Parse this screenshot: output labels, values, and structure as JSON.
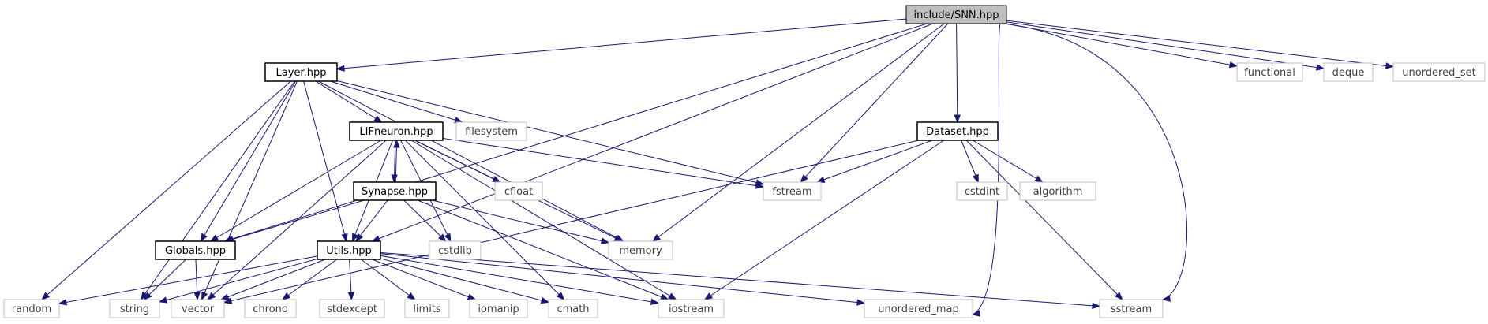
{
  "graph": {
    "colors": {
      "edge": "#191970",
      "root_fill": "#bfbfbf",
      "local_border": "#000000",
      "system_border": "#bfbfbf",
      "system_text": "#404040"
    },
    "nodes": [
      {
        "id": "snn",
        "label": "include/SNN.hpp",
        "kind": "root"
      },
      {
        "id": "layer",
        "label": "Layer.hpp",
        "kind": "local"
      },
      {
        "id": "lif",
        "label": "LIFneuron.hpp",
        "kind": "local"
      },
      {
        "id": "synapse",
        "label": "Synapse.hpp",
        "kind": "local"
      },
      {
        "id": "globals",
        "label": "Globals.hpp",
        "kind": "local"
      },
      {
        "id": "utils",
        "label": "Utils.hpp",
        "kind": "local"
      },
      {
        "id": "dataset",
        "label": "Dataset.hpp",
        "kind": "local"
      },
      {
        "id": "functional",
        "label": "functional",
        "kind": "system"
      },
      {
        "id": "deque",
        "label": "deque",
        "kind": "system"
      },
      {
        "id": "unordered_set",
        "label": "unordered_set",
        "kind": "system"
      },
      {
        "id": "filesystem",
        "label": "filesystem",
        "kind": "system"
      },
      {
        "id": "cfloat",
        "label": "cfloat",
        "kind": "system"
      },
      {
        "id": "fstream",
        "label": "fstream",
        "kind": "system"
      },
      {
        "id": "cstdint",
        "label": "cstdint",
        "kind": "system"
      },
      {
        "id": "algorithm",
        "label": "algorithm",
        "kind": "system"
      },
      {
        "id": "cstdlib",
        "label": "cstdlib",
        "kind": "system"
      },
      {
        "id": "memory",
        "label": "memory",
        "kind": "system"
      },
      {
        "id": "random",
        "label": "random",
        "kind": "system"
      },
      {
        "id": "string",
        "label": "string",
        "kind": "system"
      },
      {
        "id": "vector",
        "label": "vector",
        "kind": "system"
      },
      {
        "id": "chrono",
        "label": "chrono",
        "kind": "system"
      },
      {
        "id": "stdexcept",
        "label": "stdexcept",
        "kind": "system"
      },
      {
        "id": "limits",
        "label": "limits",
        "kind": "system"
      },
      {
        "id": "iomanip",
        "label": "iomanip",
        "kind": "system"
      },
      {
        "id": "cmath",
        "label": "cmath",
        "kind": "system"
      },
      {
        "id": "iostream",
        "label": "iostream",
        "kind": "system"
      },
      {
        "id": "unordered_map",
        "label": "unordered_map",
        "kind": "system"
      },
      {
        "id": "sstream",
        "label": "sstream",
        "kind": "system"
      }
    ],
    "edges": [
      [
        "snn",
        "layer"
      ],
      [
        "snn",
        "globals"
      ],
      [
        "snn",
        "utils"
      ],
      [
        "snn",
        "fstream"
      ],
      [
        "snn",
        "memory"
      ],
      [
        "snn",
        "dataset"
      ],
      [
        "snn",
        "functional"
      ],
      [
        "snn",
        "deque"
      ],
      [
        "snn",
        "unordered_set"
      ],
      [
        "snn",
        "unordered_map"
      ],
      [
        "snn",
        "sstream"
      ],
      [
        "layer",
        "lif"
      ],
      [
        "layer",
        "filesystem"
      ],
      [
        "layer",
        "fstream"
      ],
      [
        "layer",
        "memory"
      ],
      [
        "layer",
        "globals"
      ],
      [
        "layer",
        "utils"
      ],
      [
        "layer",
        "random"
      ],
      [
        "layer",
        "string"
      ],
      [
        "layer",
        "vector"
      ],
      [
        "lif",
        "synapse"
      ],
      [
        "lif",
        "cfloat"
      ],
      [
        "lif",
        "fstream"
      ],
      [
        "lif",
        "memory"
      ],
      [
        "lif",
        "cstdlib"
      ],
      [
        "lif",
        "globals"
      ],
      [
        "lif",
        "utils"
      ],
      [
        "lif",
        "vector"
      ],
      [
        "lif",
        "cmath"
      ],
      [
        "lif",
        "iostream"
      ],
      [
        "synapse",
        "lif"
      ],
      [
        "synapse",
        "globals"
      ],
      [
        "synapse",
        "utils"
      ],
      [
        "synapse",
        "cstdlib"
      ],
      [
        "synapse",
        "memory"
      ],
      [
        "synapse",
        "iostream"
      ],
      [
        "globals",
        "string"
      ],
      [
        "globals",
        "vector"
      ],
      [
        "utils",
        "random"
      ],
      [
        "utils",
        "string"
      ],
      [
        "utils",
        "vector"
      ],
      [
        "utils",
        "chrono"
      ],
      [
        "utils",
        "stdexcept"
      ],
      [
        "utils",
        "limits"
      ],
      [
        "utils",
        "iomanip"
      ],
      [
        "utils",
        "cmath"
      ],
      [
        "utils",
        "iostream"
      ],
      [
        "utils",
        "unordered_map"
      ],
      [
        "utils",
        "sstream"
      ],
      [
        "dataset",
        "fstream"
      ],
      [
        "dataset",
        "cstdint"
      ],
      [
        "dataset",
        "algorithm"
      ],
      [
        "dataset",
        "sstream"
      ],
      [
        "dataset",
        "vector"
      ],
      [
        "dataset",
        "iostream"
      ]
    ]
  }
}
